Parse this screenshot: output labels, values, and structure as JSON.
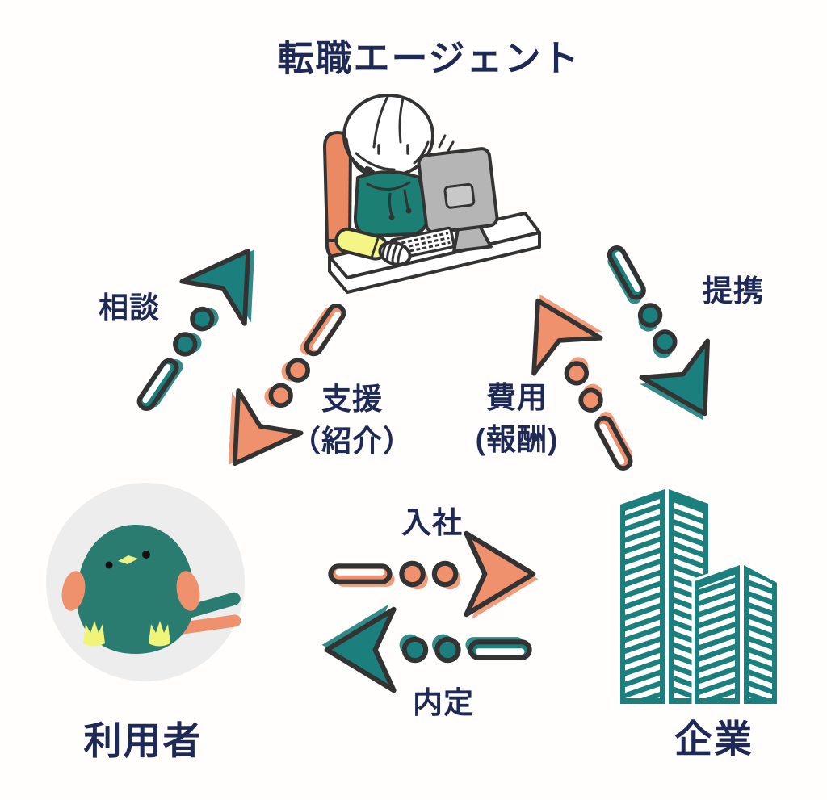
{
  "title": "転職エージェント",
  "entities": {
    "agent": {
      "name": "転職エージェント",
      "icon": "person-at-computer-illustration"
    },
    "user": {
      "name": "利用者",
      "icon": "bird-illustration"
    },
    "company": {
      "name": "企業",
      "icon": "office-buildings-illustration"
    }
  },
  "flows": {
    "soudan": {
      "label": "相談",
      "from": "利用者",
      "to": "転職エージェント",
      "color": "#1b807d"
    },
    "shien": {
      "label": "支援（紹介）",
      "line1": "支援",
      "line2": "（紹介）",
      "from": "転職エージェント",
      "to": "利用者",
      "color": "#ef916c"
    },
    "hiyou": {
      "label": "費用 (報酬)",
      "line1": "費用",
      "line2": "(報酬)",
      "from": "企業",
      "to": "転職エージェント",
      "color": "#ef916c"
    },
    "teikei": {
      "label": "提携",
      "from": "転職エージェント",
      "to": "企業",
      "color": "#1b807d"
    },
    "nyusha": {
      "label": "入社",
      "from": "利用者",
      "to": "企業",
      "color": "#ef916c"
    },
    "naitei": {
      "label": "内定",
      "from": "企業",
      "to": "利用者",
      "color": "#1b807d"
    }
  },
  "colors": {
    "teal": "#1b807d",
    "orange": "#ef916c",
    "navy_text": "#1e2a55",
    "outline": "#333333",
    "background": "#fffefc",
    "bird_body": "#2a7c70",
    "gray_circle": "#ededed"
  }
}
